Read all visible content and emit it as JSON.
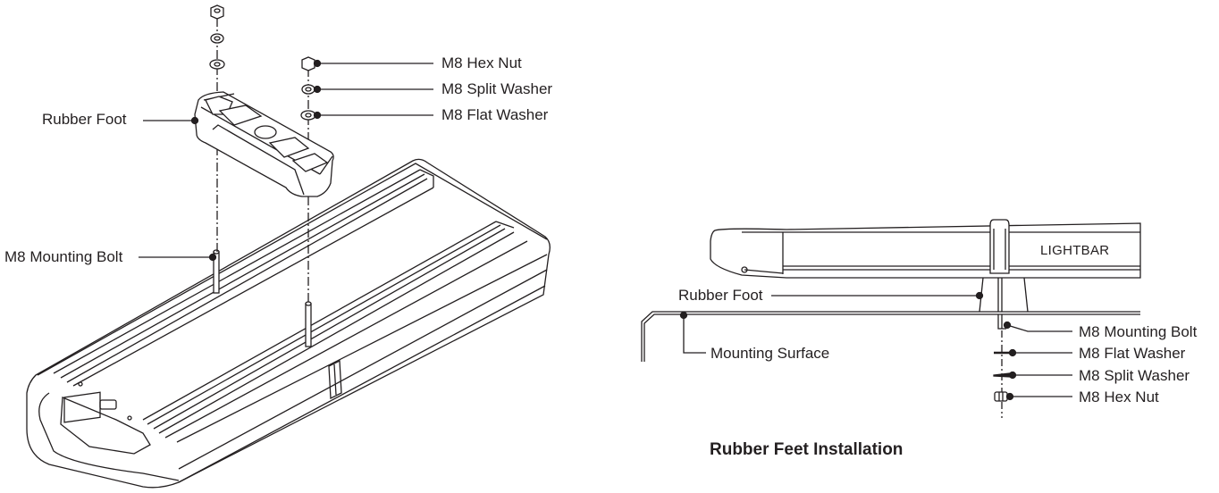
{
  "exploded_view": {
    "labels": {
      "rubber_foot": "Rubber Foot",
      "mounting_bolt": "M8 Mounting Bolt",
      "hex_nut": "M8 Hex Nut",
      "split_washer": "M8 Split Washer",
      "flat_washer": "M8 Flat Washer"
    }
  },
  "side_view": {
    "lightbar_text": "LIGHTBAR",
    "labels": {
      "rubber_foot": "Rubber Foot",
      "mounting_surface": "Mounting Surface",
      "mounting_bolt": "M8 Mounting Bolt",
      "flat_washer": "M8 Flat Washer",
      "split_washer": "M8 Split Washer",
      "hex_nut": "M8 Hex Nut"
    }
  },
  "caption": "Rubber Feet Installation",
  "colors": {
    "line": "#231f20",
    "background": "#ffffff"
  }
}
